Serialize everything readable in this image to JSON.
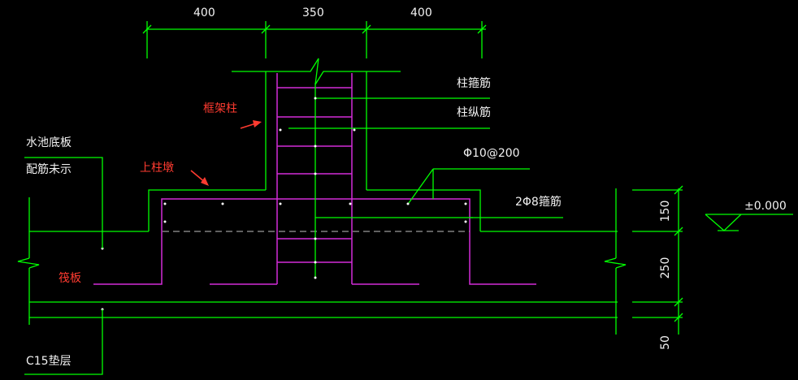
{
  "dims": {
    "top_left": "400",
    "top_middle": "350",
    "top_right": "400",
    "right_top": "150",
    "right_middle": "250",
    "right_bottom": "50"
  },
  "labels": {
    "column_stirrup": "柱箍筋",
    "column_longitudinal": "柱纵筋",
    "rebar_spacing": "Φ10@200",
    "stirrup_2phi8": "2Φ8箍筋",
    "elevation": "±0.000",
    "pool_bottom_line1": "水池底板",
    "pool_bottom_line2": "配筋未示",
    "frame_column": "框架柱",
    "upper_pier": "上柱墩",
    "raft": "筏板",
    "c15_cushion": "C15垫层"
  },
  "colors": {
    "background": "#000000",
    "lines": "#00ff00",
    "rebar": "#d22cd8",
    "text": "#f2f2f2",
    "annotation": "#ff3b30"
  }
}
